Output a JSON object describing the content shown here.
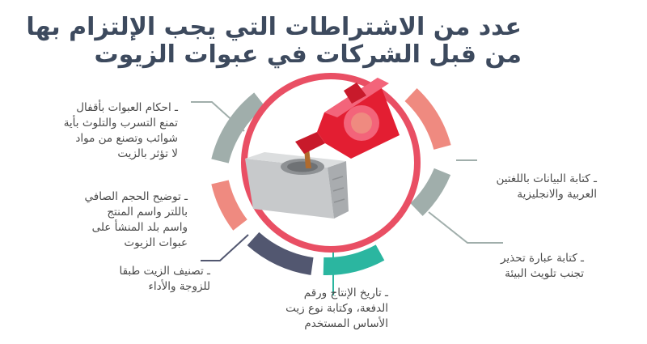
{
  "title": {
    "line1": "عدد من الاشتراطات التي يجب الإلتزام بها",
    "line2": "من قبل الشركات في عبوات الزيوت"
  },
  "items": [
    {
      "lines": [
        "ـ احكام العبوات بأقفال",
        "تمنع التسرب والتلوث بأية",
        "شوائب وتصنع من مواد",
        "لا تؤثر بالزيت"
      ],
      "color": "#a0aeab"
    },
    {
      "lines": [
        "ـ توضيح الحجم الصافي",
        "باللتر واسم المنتج",
        "واسم بلد المنشأ على",
        "عبوات الزيوت"
      ],
      "color": "#ef8a80"
    },
    {
      "lines": [
        "ـ تصنيف الزيت طبقا",
        "للزوجة والأداء"
      ],
      "color": "#525770"
    },
    {
      "lines": [
        "ـ تاريخ الإنتاج ورقم",
        "الدفعة، وكتابة نوع زيت",
        "الأساس المستخدم"
      ],
      "color": "#2bb6a0"
    },
    {
      "lines": [
        "ـ كتابة عبارة تحذير",
        "تجنب تلويث البيئة"
      ],
      "color": "#a0aeab"
    },
    {
      "lines": [
        "ـ كتابة البيانات باللغتين",
        "العربية والانجليزية"
      ],
      "color": "#ef8a80"
    }
  ],
  "colors": {
    "title": "#3d4a5e",
    "ring_center": "#e94f64",
    "can_red": "#e31e32",
    "can_light": "#f3647a",
    "bottle_gray": "#c7c9cb",
    "oil": "#b06b2e",
    "line_gray": "#a0aeab"
  }
}
